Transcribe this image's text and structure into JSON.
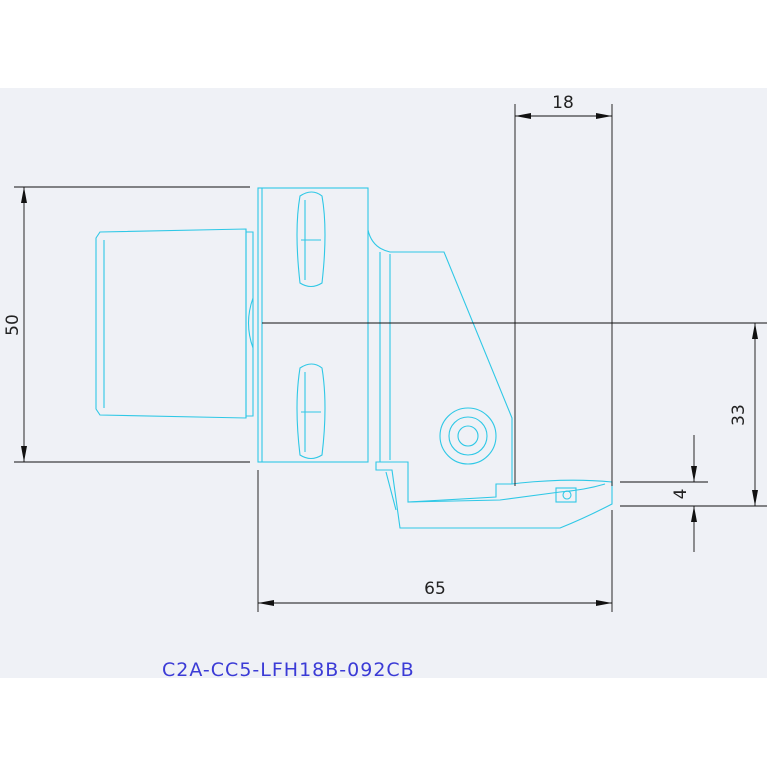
{
  "drawing": {
    "part_code": "C2A-CC5-LFH18B-092CB",
    "colors": {
      "background_band": "#eff1f6",
      "part_outline": "#2fc8e6",
      "dimension_lines": "#111111",
      "part_code_text": "#3b3bd6"
    },
    "dimensions": {
      "width_top": "18",
      "height_left": "50",
      "height_right": "33",
      "offset_small": "4",
      "length_bottom": "65"
    }
  }
}
